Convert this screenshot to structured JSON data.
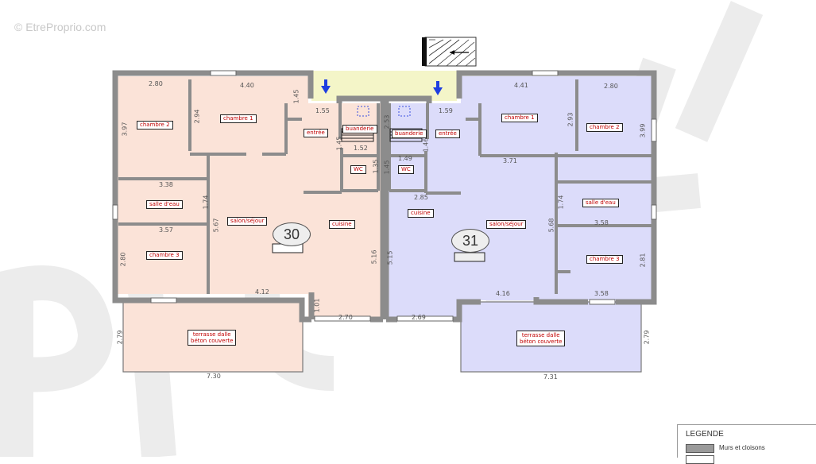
{
  "watermark": "© EtreProprio.com",
  "units": [
    {
      "number": "30"
    },
    {
      "number": "31"
    }
  ],
  "rooms": {
    "left": {
      "chambre2": "chambre 2",
      "chambre1": "chambre 1",
      "entree": "entrée",
      "buanderie": "buanderie",
      "wc": "WC",
      "salle_eau": "salle d'eau",
      "salon": "salon/séjour",
      "cuisine": "cuisine",
      "chambre3": "chambre 3",
      "terrasse_line1": "terrasse dalle",
      "terrasse_line2": "béton couverte"
    },
    "right": {
      "chambre1": "chambre 1",
      "chambre2": "chambre 2",
      "entree": "entrée",
      "buanderie": "buanderie",
      "wc": "WC",
      "salle_eau": "salle d'eau",
      "salon": "salon/séjour",
      "cuisine": "cuisine",
      "chambre3": "chambre 3",
      "terrasse_line1": "terrasse dalle",
      "terrasse_line2": "béton couverte"
    }
  },
  "dimensions": {
    "d1": "2.80",
    "d2": "4.40",
    "d3": "1.45",
    "d4": "1.55",
    "d5": "3.97",
    "d6": "2.94",
    "d7": "1.45",
    "d8": "1.52",
    "d9": "1.35",
    "d10": "3.38",
    "d11": "1.74",
    "d12": "3.57",
    "d13": "5.67",
    "d14": "2.80",
    "d15": "5.16",
    "d16": "4.12",
    "d17": "1.01",
    "d18": "2.70",
    "d19": "2.79",
    "d20": "7.30",
    "r1": "4.41",
    "r2": "2.80",
    "r3": "1.59",
    "r4": "2.93",
    "r5": "3.99",
    "r6": "3.71",
    "r7": "1.46",
    "r8": "1.49",
    "r9": "2.85",
    "r10": "1.74",
    "r11": "3.58",
    "r12": "5.68",
    "r13": "5.15",
    "r14": "2.81",
    "r15": "3.58",
    "r16": "4.16",
    "r17": "2.69",
    "r18": "2.79",
    "r19": "7.31",
    "r20": "2.53",
    "r21": "1.45"
  },
  "legend": {
    "title": "LEGENDE",
    "item1": "Murs et cloisons"
  },
  "colors": {
    "left_fill": "#fbe3d8",
    "right_fill": "#dcdcfa",
    "wall": "#8c8c8c",
    "entry_yellow": "#f4f5c8",
    "arrow_blue": "#1e3ee0"
  }
}
